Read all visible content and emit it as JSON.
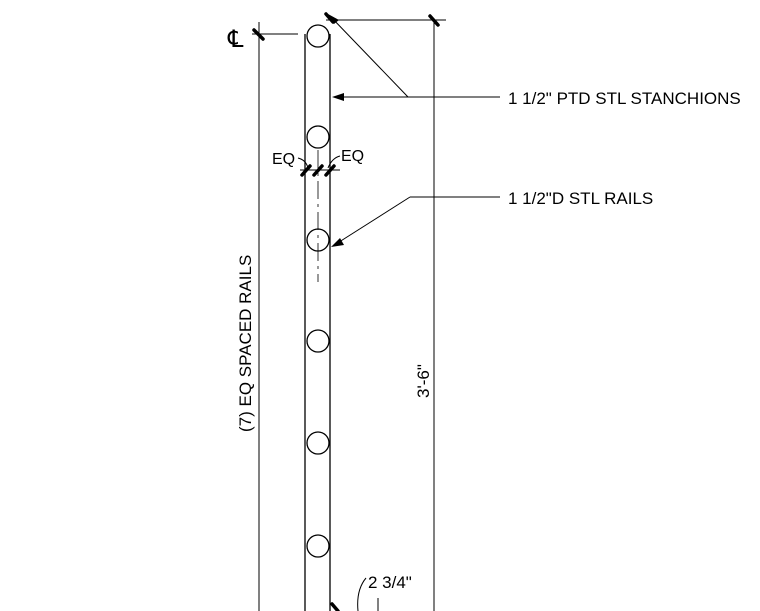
{
  "labels": {
    "centerline_symbol": "℄",
    "stanchion_callout": "1 1/2\" PTD STL STANCHIONS",
    "rail_callout": "1 1/2\"D STL RAILS",
    "eq_left": "EQ",
    "eq_right": "EQ",
    "spacing_note": "(7) EQ SPACED RAILS",
    "height_dim": "3'-6\"",
    "offset_dim": "2 3/4\""
  },
  "rail_count": 7,
  "colors": {
    "line": "#000000",
    "background": "#ffffff"
  }
}
